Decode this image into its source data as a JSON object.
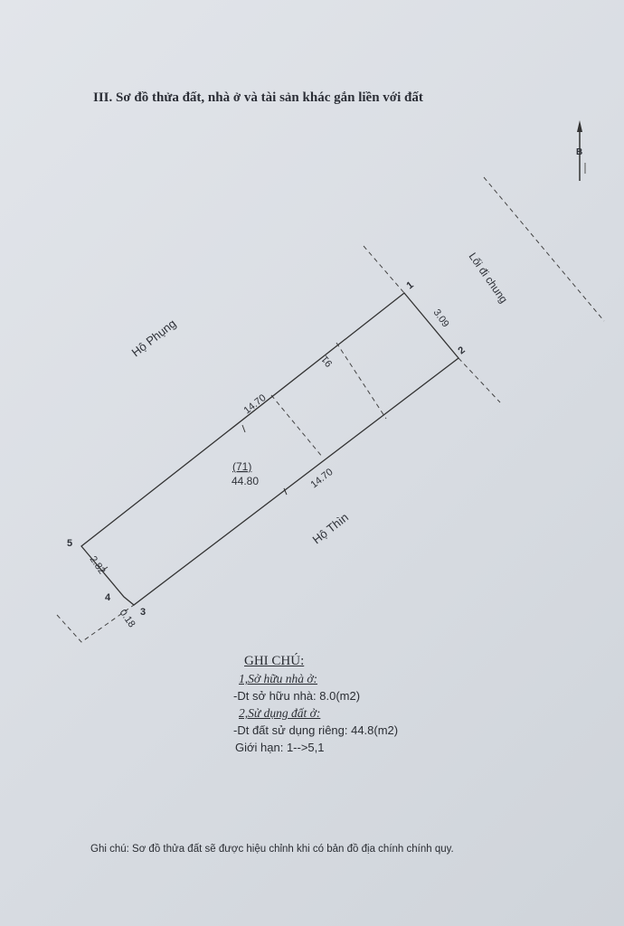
{
  "title": "III. Sơ đồ thửa đất, nhà ở và tài sản khác gắn liền với đất",
  "north_arrow": {
    "label": "B"
  },
  "diagram": {
    "neighbors": {
      "northwest": "Hộ Phụng",
      "southeast": "Hộ Thìn",
      "northeast": "Lối đi chung"
    },
    "points": [
      "1",
      "2",
      "3",
      "4",
      "5"
    ],
    "edges": {
      "e12": "3.09",
      "e23": "14.70",
      "e51": "14.70",
      "e45": "2.82",
      "e34": "0.18",
      "house_depth": "91"
    },
    "parcel_number": "(71)",
    "parcel_area": "44.80"
  },
  "notes": {
    "heading": "GHI CHÚ:",
    "section1": "1,Sở hữu nhà ở:",
    "line1": "-Dt sở hữu nhà: 8.0(m2)",
    "section2": "2,Sử dụng đất ở:",
    "line2": "-Dt đất sử dụng riêng: 44.8(m2)",
    "line3": "Giới hạn: 1-->5,1"
  },
  "footer": "Ghi chú: Sơ đồ thửa đất sẽ được hiệu chỉnh khi có bản đồ địa chính chính quy."
}
